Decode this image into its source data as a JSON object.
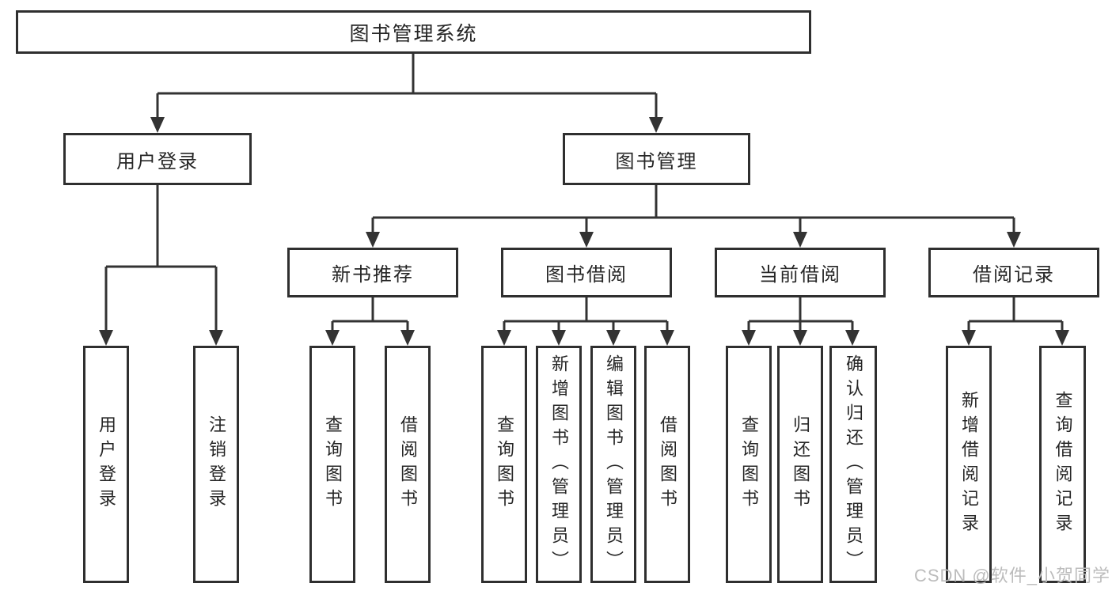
{
  "diagram_type": "hierarchy-tree",
  "colors": {
    "line": "#333333",
    "box_border": "#2f2f2f",
    "text": "#262626",
    "background": "#ffffff",
    "watermark": "#bcbcbc"
  },
  "tree": {
    "label": "图书管理系统",
    "children": [
      {
        "label": "用户登录",
        "children": [
          {
            "label": "用户登录"
          },
          {
            "label": "注销登录"
          }
        ]
      },
      {
        "label": "图书管理",
        "children": [
          {
            "label": "新书推荐",
            "children": [
              {
                "label": "查询图书"
              },
              {
                "label": "借阅图书"
              }
            ]
          },
          {
            "label": "图书借阅",
            "children": [
              {
                "label": "查询图书"
              },
              {
                "label": "新增图书（管理员）"
              },
              {
                "label": "编辑图书（管理员）"
              },
              {
                "label": "借阅图书"
              }
            ]
          },
          {
            "label": "当前借阅",
            "children": [
              {
                "label": "查询图书"
              },
              {
                "label": "归还图书"
              },
              {
                "label": "确认归还（管理员）"
              }
            ]
          },
          {
            "label": "借阅记录",
            "children": [
              {
                "label": "新增借阅记录"
              },
              {
                "label": "查询借阅记录"
              }
            ]
          }
        ]
      }
    ]
  },
  "watermark": "CSDN @软件_小贺同学"
}
